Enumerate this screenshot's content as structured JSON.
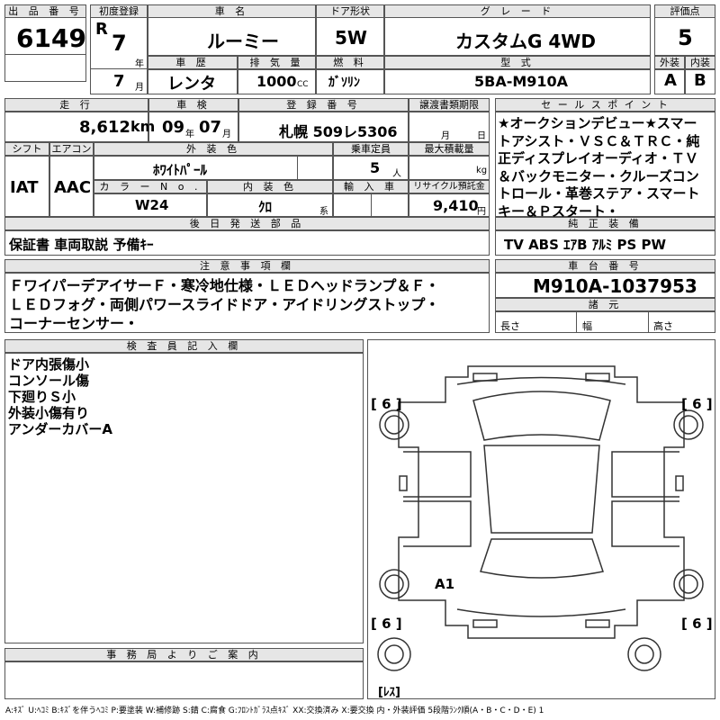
{
  "headers": {
    "lot_no": "出 品 番 号",
    "first_reg": "初度登録",
    "car_name": "車 名",
    "door": "ドア形状",
    "grade": "グ レ ー ド",
    "score": "評価点",
    "history": "車 歴",
    "displacement": "排 気 量",
    "fuel": "燃 料",
    "model": "型 式",
    "exterior": "外装",
    "interior": "内装",
    "mileage": "走 行",
    "inspection": "車 検",
    "reg_no": "登 録 番 号",
    "transfer_doc": "譲渡書類期限",
    "sales_point": "セ ー ル ス ポ イ ン ト",
    "shift": "シフト",
    "aircon": "エアコン",
    "ext_color": "外 装 色",
    "capacity": "乗車定員",
    "max_load": "最大積載量",
    "color_no": "カ ラ ー N o .",
    "int_color": "内 装 色",
    "import": "輸 入 車",
    "recycle": "リサイクル預託金",
    "later_parts": "後 日 発 送 部 品",
    "genuine_equip": "純 正 装 備",
    "notes": "注 意 事 項 欄",
    "chassis_no": "車 台 番 号",
    "dimensions": "諸 元",
    "inspector": "検 査 員 記 入 欄",
    "office": "事 務 局 よ り ご 案 内"
  },
  "lot_no": "6149",
  "era": "R",
  "year": "7",
  "year_unit": "年",
  "month": "7",
  "month_unit": "月",
  "car_name": "ルーミー",
  "door": "5W",
  "grade": "カスタムG 4WD",
  "score": "5",
  "history": "レンタ",
  "displacement": "1000",
  "displacement_unit": "CC",
  "fuel": "ｶﾞｿﾘﾝ",
  "model": "5BA-M910A",
  "exterior_grade": "A",
  "interior_grade": "B",
  "mileage": "8,612",
  "mileage_unit": "km",
  "inspection_year": "09",
  "inspection_year_unit": "年",
  "inspection_month": "07",
  "inspection_month_unit": "月",
  "reg_no": "札幌 509レ5306",
  "transfer_month_unit": "月",
  "transfer_day_unit": "日",
  "sales_point": "★オークションデビュー★スマートアシスト・ＶＳＣ＆ＴＲＣ・純正ディスプレイオーディオ・ＴＶ＆バックモニター・クルーズコントロール・革巻ステア・スマートキー＆Ｐスタート・",
  "shift": "IAT",
  "aircon": "AAC",
  "ext_color": "ﾎﾜｲﾄﾊﾟｰﾙ",
  "capacity": "5",
  "capacity_unit": "人",
  "max_load_unit": "kg",
  "color_no": "W24",
  "int_color": "ｸﾛ",
  "int_color_unit": "系",
  "recycle": "9,410",
  "recycle_unit": "円",
  "later_parts": "保証書 車両取説 予備ｷｰ",
  "genuine_equip": "TV ABS ｴｱB ｱﾙﾐ PS PW",
  "notes": "ＦワイパーデアイサーＦ・寒冷地仕様・ＬＥＤヘッドランプ＆Ｆ・ＬＥＤフォグ・両側パワースライドドア・アイドリングストップ・コーナーセンサー・",
  "chassis_no": "M910A-1037953",
  "dim_length": "長さ",
  "dim_width": "幅",
  "dim_height": "高さ",
  "inspector_notes": [
    "ドア内張傷小",
    "コンソール傷",
    "下廻りＳ小",
    "外装小傷有り",
    "アンダーカバーA"
  ],
  "diagram": {
    "tire_fl": "[ 6 ]",
    "tire_fr": "[ 6 ]",
    "tire_rl": "[ 6 ]",
    "tire_rr": "[ 6 ]",
    "damage_mark": "A1",
    "spare": "[ﾚｽ]"
  },
  "footer": "A:ｷｽﾞ U:ﾍｺﾐ B:ｷｽﾞを伴うﾍｺﾐ P:要塗装 W:補修跡 S:錆 C:腐食 G:ﾌﾛﾝﾄｶﾞﾗｽ点ｷｽﾞ XX:交換済み X:要交換  内・外装評価 5段階ﾗﾝｸ順(A・B・C・D・E) 1"
}
